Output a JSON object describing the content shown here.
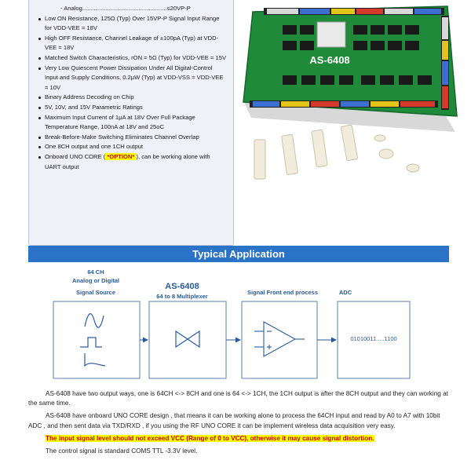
{
  "features": {
    "first_line": "- Analog...................................................≤20VP-P",
    "items": [
      "Low ON Resistance, 125Ω (Typ) Over 15VP-P Signal Input Range for VDD-VEE = 18V",
      "High OFF Resistance, Channel Leakage of ±100pA (Typ) at VDD-VEE = 18V",
      "Matched Switch Characteristics, rON = 5Ω (Typ) for VDD-VEE = 15V",
      "Very Low Quiescent Power Dissipation Under All Digital-Control Input and Supply Conditions, 0.2μW (Typ) at VDD-VSS = VDD-VEE = 10V",
      "Binary Address Decoding on Chip",
      "5V, 10V, and 15V Parametric Ratings",
      "Maximum Input Current of 1μA at 18V Over Full Package Temperature Range, 100nA at 18V and 25oC",
      "Break-Before-Make Switching Eliminates Channel Overlap",
      "One 8CH output and one 1CH output"
    ],
    "last_item_prefix": "Onboard UNO CORE (",
    "last_item_highlight": " *OPTION* ",
    "last_item_suffix": "), can be working alone with UART output"
  },
  "photo": {
    "board_label": "AS-6408"
  },
  "section_title": "Typical Application",
  "diagram": {
    "source_label_1": "64 CH",
    "source_label_2": "Analog or Digital",
    "source_label_3": "Signal Source",
    "mux_title": "AS-6408",
    "mux_sub": "64 to 8 Multiplexer",
    "frontend_label": "Signal Front end process",
    "adc_label": "ADC",
    "adc_value": "01010011.....1100"
  },
  "body": {
    "p1": "AS-6408 have two output ways, one is 64CH <-> 8CH and one is 64 <-> 1CH, the 1CH output is after the 8CH output and they can working at the same time.",
    "p2": "AS-6408 have onboard UNO CORE design , that means it can be working alone to process the 64CH input and read by A0 to A7 with 10bit ADC , and then sent data via TXD/RXD , if you using the RF UNO CORE it can be implement wireless data acquisition very easy.",
    "warning": "The input signal level should not exceed VCC (Range of 0 to VCC), otherwise it may cause signal distortion.",
    "p4": "The control signal is standard COMS TTL -3.3V level."
  }
}
